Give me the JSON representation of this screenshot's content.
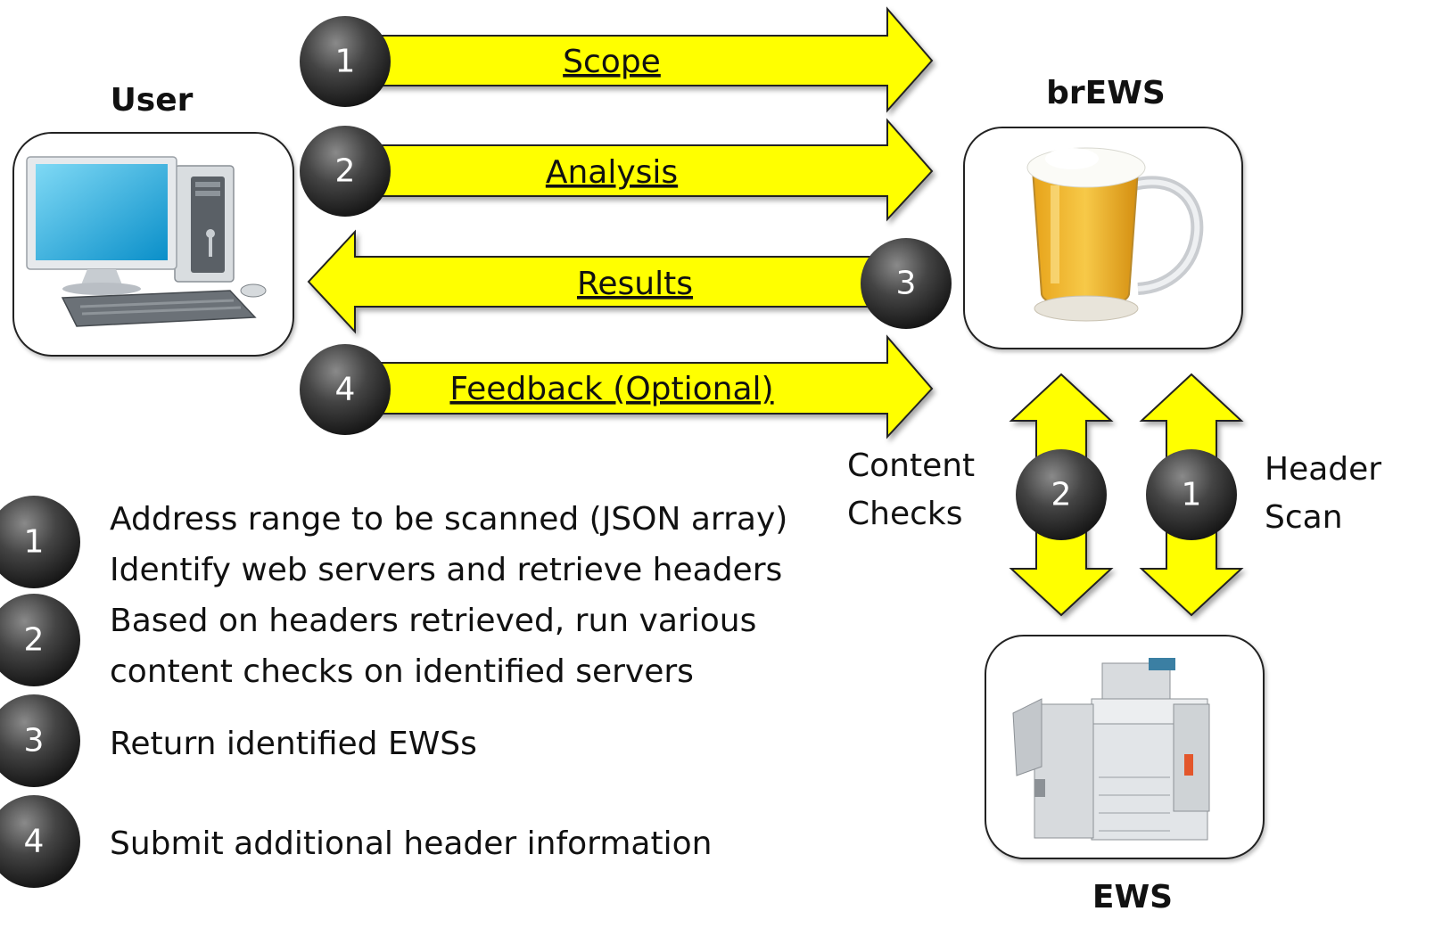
{
  "actors": {
    "user": "User",
    "server": "brEWS",
    "device": "EWS"
  },
  "arrows": [
    {
      "num": "1",
      "label": "Scope"
    },
    {
      "num": "2",
      "label": "Analysis"
    },
    {
      "num": "3",
      "label": "Results"
    },
    {
      "num": "4",
      "label": "Feedback (Optional)"
    }
  ],
  "vertical_arrows": [
    {
      "num": "2",
      "label_line1": "Content",
      "label_line2": "Checks"
    },
    {
      "num": "1",
      "label_line1": "Header",
      "label_line2": "Scan"
    }
  ],
  "legend": [
    {
      "num": "1",
      "line1": "Address range to be scanned (JSON array)",
      "line2": "Identify web servers and retrieve headers"
    },
    {
      "num": "2",
      "line1": "Based on headers retrieved, run various",
      "line2": "content checks on identified servers"
    },
    {
      "num": "3",
      "line1": "Return identified EWSs"
    },
    {
      "num": "4",
      "line1": "Submit additional header information"
    }
  ],
  "colors": {
    "arrow_fill": "#ffff00",
    "arrow_stroke": "#222222",
    "badge": "#3a3a3a"
  }
}
